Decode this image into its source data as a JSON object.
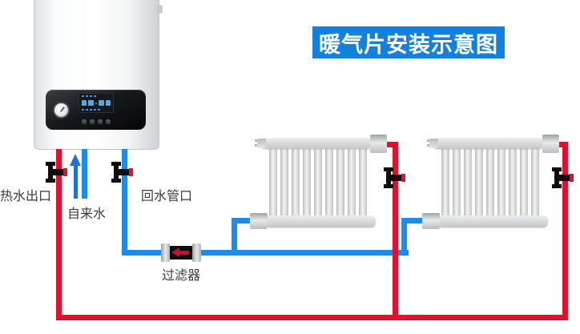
{
  "title_banner": {
    "label": "暖气片安装示意图",
    "bg_color": "#1181dd",
    "text_color": "#ffffff"
  },
  "labels": {
    "hot_water_outlet": "热水出口",
    "tap_water": "自来水",
    "return_water_port": "回水管口",
    "filter": "过滤器"
  },
  "colors": {
    "hot_water_pipe": "#e0112f",
    "return_water_pipe": "#1d8ce6",
    "tap_water_arrow": "#1f6fd6",
    "valve_body": "#0d0d0d",
    "valve_handle_tip": "#e0112f"
  },
  "diagram": {
    "type": "radiator-heating-installation-schematic",
    "radiator_count": 2,
    "radiator_fins_each": 9,
    "valve_count": 4,
    "filter_flow_arrow_direction": "left"
  }
}
